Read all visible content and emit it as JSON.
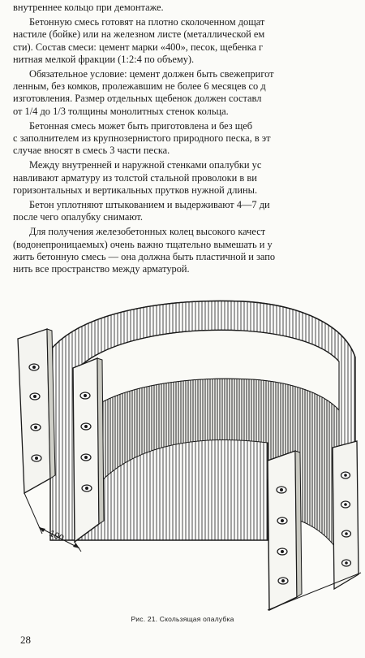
{
  "paragraphs": [
    {
      "lines": [
        "внутреннее кольцо при демонтаже."
      ]
    },
    {
      "lines": [
        "Бетонную смесь готовят на плотно сколоченном дощат",
        "настиле (бойке) или на железном листе (металлической ем",
        "сти). Состав смеси: цемент марки «400», песок, щебенка г",
        "нитная мелкой фракции (1:2:4 по объему)."
      ]
    },
    {
      "lines": [
        "Обязательное условие: цемент должен быть свежепригот",
        "ленным, без комков, пролежавшим не более 6 месяцев со д",
        "изготовления. Размер отдельных щебенок должен составл",
        "от 1/4 до 1/3 толщины монолитных стенок кольца."
      ]
    },
    {
      "lines": [
        "Бетонная смесь может быть приготовлена и без щеб",
        "с заполнителем из крупнозернистого природного песка, в эт",
        "случае вносят в смесь 3 части песка."
      ]
    },
    {
      "lines": [
        "Между внутренней и наружной стенками опалубки ус",
        "навливают арматуру из толстой стальной проволоки в ви",
        "горизонтальных и вертикальных прутков нужной длины."
      ]
    },
    {
      "lines": [
        "Бетон уплотняют штыкованием и выдерживают 4—7 ди",
        "после чего опалубку снимают."
      ]
    },
    {
      "lines": [
        "Для получения железобетонных колец высокого качест",
        "(водонепроницаемых) очень важно тщательно вымешать и у",
        "жить бетонную смесь — она должна быть пластичной и запо",
        "нить все пространство между арматурой."
      ]
    }
  ],
  "figure": {
    "dimension_label": "100",
    "caption": "Рис. 21. Скользящая опалубка"
  },
  "page_number": "28"
}
